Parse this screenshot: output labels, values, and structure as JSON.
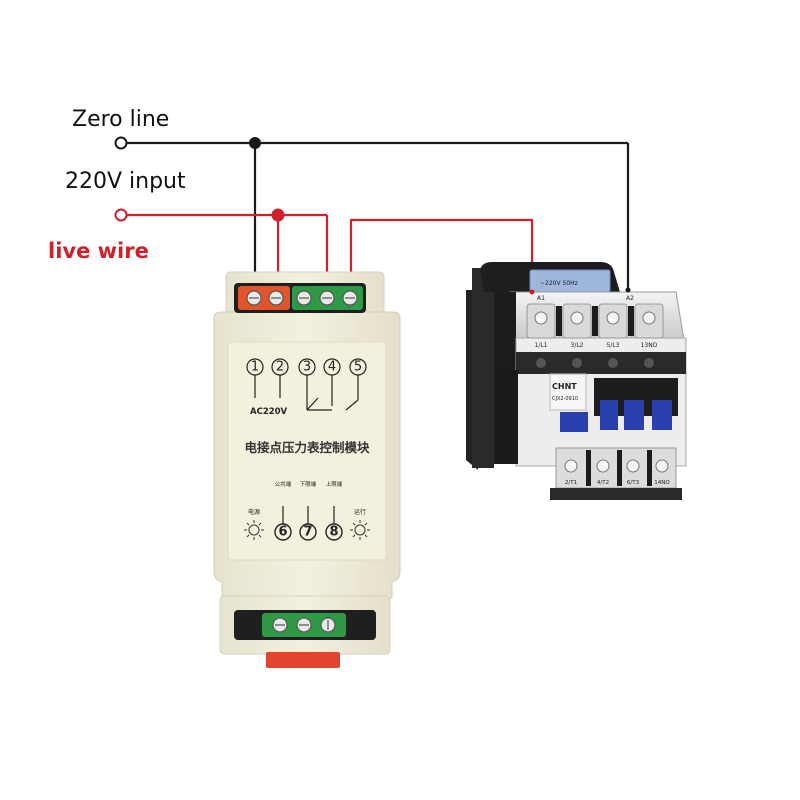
{
  "labels": {
    "zero_line": "Zero line",
    "input_220v": "220V input",
    "live_wire": "live wire"
  },
  "module": {
    "terminals_top": [
      "①",
      "②",
      "③",
      "④",
      "⑤"
    ],
    "voltage": "AC220V",
    "title_cn": "电接点压力表控制模块",
    "small_labels": [
      "公共端",
      "下限端",
      "上限端"
    ],
    "power_label": "电源",
    "run_label": "运行",
    "terminals_bottom": [
      "⑥",
      "⑦",
      "⑧"
    ]
  },
  "contactor": {
    "brand": "CHNT",
    "model": "CJX2-0910",
    "coil_a1": "A1",
    "coil_a2": "A2",
    "top_terminals": [
      "1/L1",
      "3/L2",
      "5/L3",
      "13NO"
    ],
    "bottom_terminals": [
      "2/T1",
      "4/T2",
      "6/T3",
      "14NO"
    ]
  },
  "colors": {
    "wire_black": "#1a1a1a",
    "wire_red": "#d0202a",
    "module_body": "#efecd9",
    "terminal_green": "#2f9a45",
    "terminal_orange": "#e0562a",
    "contactor_dark": "#1c1c1e",
    "contactor_blue": "#2a3fae"
  }
}
